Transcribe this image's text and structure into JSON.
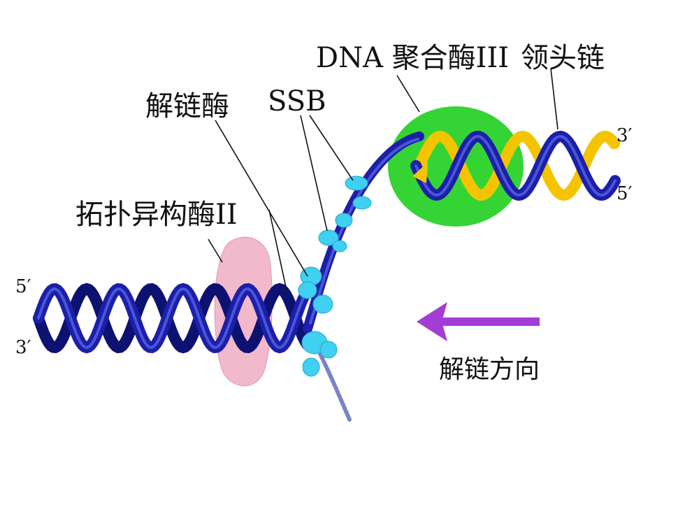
{
  "labels": {
    "dna_polymerase": "DNA 聚合酶III",
    "leading_strand": "领头链",
    "helicase": "解链酶",
    "ssb": "SSB",
    "topoisomerase": "拓扑异构酶II",
    "unwinding_direction": "解链方向"
  },
  "ends": {
    "left_top": "5′",
    "left_bottom": "3′",
    "right_top": "3′",
    "right_bottom": "5′"
  },
  "colors": {
    "strand": "#1c1fa8",
    "strand_dark": "#0d1170",
    "leading": "#f5c400",
    "polymerase": "#35d435",
    "topoisomerase": "#f2b8cc",
    "ssb": "#3fd0f2",
    "arrow": "#a43cd6"
  }
}
